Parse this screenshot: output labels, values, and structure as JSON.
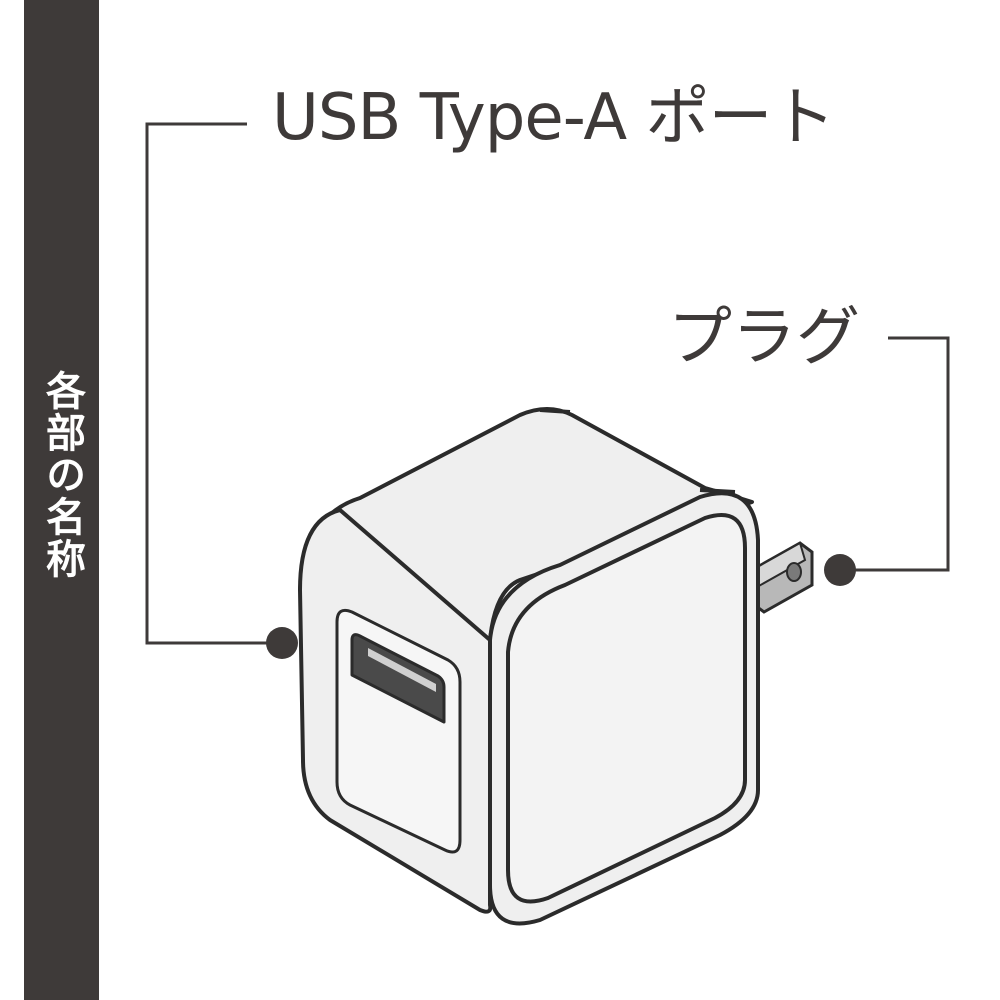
{
  "sidebar": {
    "title": "各部の名称"
  },
  "labels": {
    "usb_port": "USB Type-A ポート",
    "plug": "プラグ"
  },
  "colors": {
    "dark": "#3e3a39",
    "body_fill": "#efefef",
    "port_fill": "#4a4a4a",
    "plug_fill": "#b8b8b8"
  }
}
